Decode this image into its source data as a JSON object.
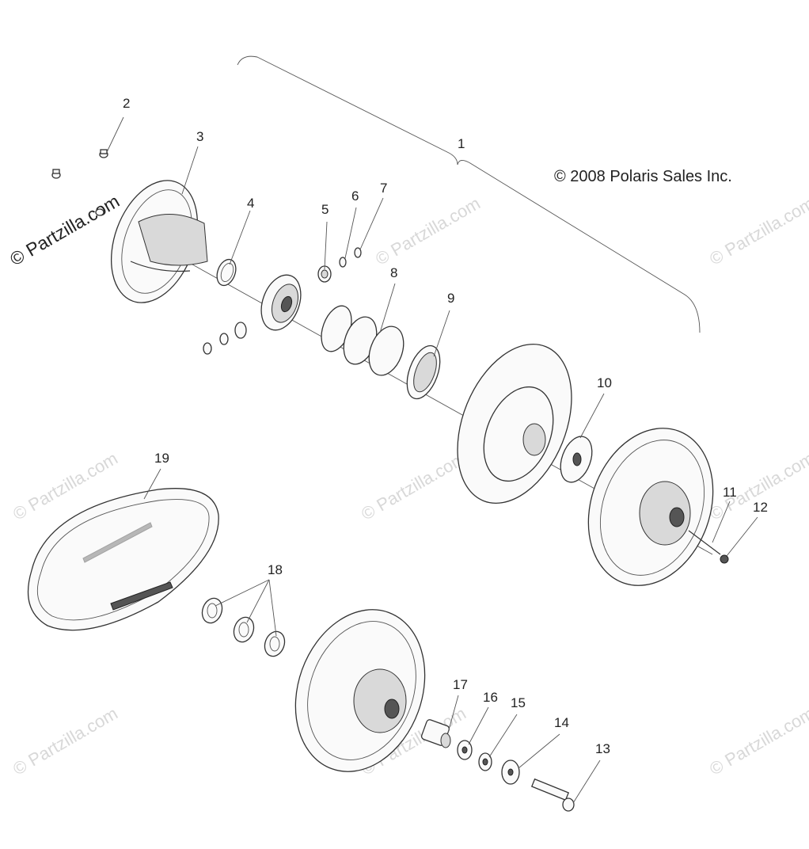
{
  "diagram": {
    "copyright": "© 2008 Polaris Sales Inc.",
    "watermark": "© Partzilla.com",
    "callouts": [
      "1",
      "2",
      "3",
      "4",
      "5",
      "6",
      "7",
      "8",
      "9",
      "10",
      "11",
      "12",
      "13",
      "14",
      "15",
      "16",
      "17",
      "18",
      "19"
    ]
  }
}
